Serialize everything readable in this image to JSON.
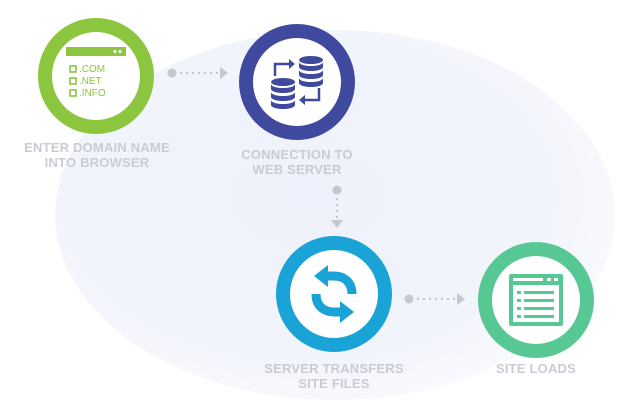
{
  "steps": [
    {
      "id": "enter-domain",
      "label_lines": [
        "ENTER DOMAIN NAME",
        "INTO BROWSER"
      ],
      "color": "#8cc63f",
      "icon": "browser-domain-list-icon",
      "domains": [
        ".COM",
        ".NET",
        ".INFO"
      ]
    },
    {
      "id": "connection",
      "label_lines": [
        "CONNECTION TO",
        "WEB SERVER"
      ],
      "color": "#3f4a9f",
      "icon": "database-exchange-icon"
    },
    {
      "id": "server-transfers",
      "label_lines": [
        "SERVER TRANSFERS",
        "SITE FILES"
      ],
      "color": "#1aa3d6",
      "icon": "sync-arrows-icon"
    },
    {
      "id": "site-loads",
      "label_lines": [
        "SITE LOADS"
      ],
      "color": "#57c893",
      "icon": "webpage-list-icon"
    }
  ],
  "colors": {
    "label_text": "#c9ccd3",
    "connector": "#c4c7ce",
    "background_blob": "#eef1fb"
  }
}
